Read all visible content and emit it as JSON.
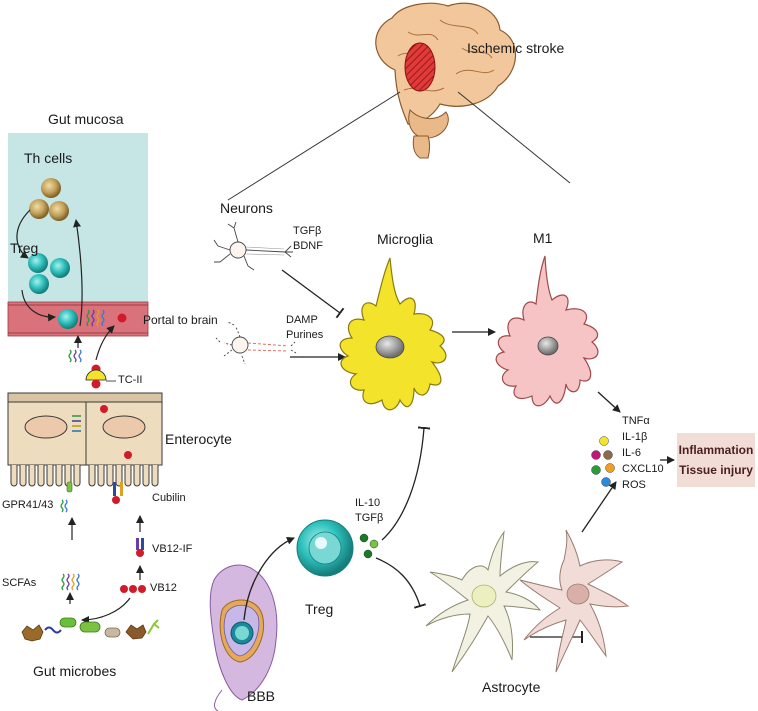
{
  "labels": {
    "ischemic_stroke": "Ischemic stroke",
    "gut_mucosa": "Gut mucosa",
    "th_cells": "Th cells",
    "treg_gut": "Treg",
    "portal_to_brain": "Portal to brain",
    "tc_ii": "TC-II",
    "enterocyte": "Enterocyte",
    "gpr": "GPR41/43",
    "cubilin": "Cubilin",
    "vb12_if": "VB12-IF",
    "vb12": "VB12",
    "scfas": "SCFAs",
    "gut_microbes": "Gut microbes",
    "neurons": "Neurons",
    "tgfb_1": "TGFβ",
    "bdnf": "BDNF",
    "damp": "DAMP",
    "purines": "Purines",
    "microglia": "Microglia",
    "m1": "M1",
    "il10": "IL-10",
    "tgfb_2": "TGFβ",
    "treg_brain": "Treg",
    "bbb": "BBB",
    "astrocyte": "Astrocyte"
  },
  "mediators": [
    "TNFα",
    "IL-1β",
    "IL-6",
    "CXCL10",
    "ROS"
  ],
  "outcome": [
    "Inflammation",
    "Tissue injury"
  ],
  "colors": {
    "mucosa": "#c6e6e6",
    "portal_band": "#d9727a",
    "enterocyte": "#eedcbf",
    "nucleus": "#edc9ac",
    "microglia": "#f3e32b",
    "m1": "#f6c4c4",
    "treg": "#2ec1bd",
    "th": "#c2a05a",
    "brain": "#f2c79c",
    "lesion": "#e03a3a",
    "astrocyte": "#f3f1e2",
    "reactive_astrocyte": "#f1dcd7",
    "outcome_box": "#f2dcd6"
  }
}
